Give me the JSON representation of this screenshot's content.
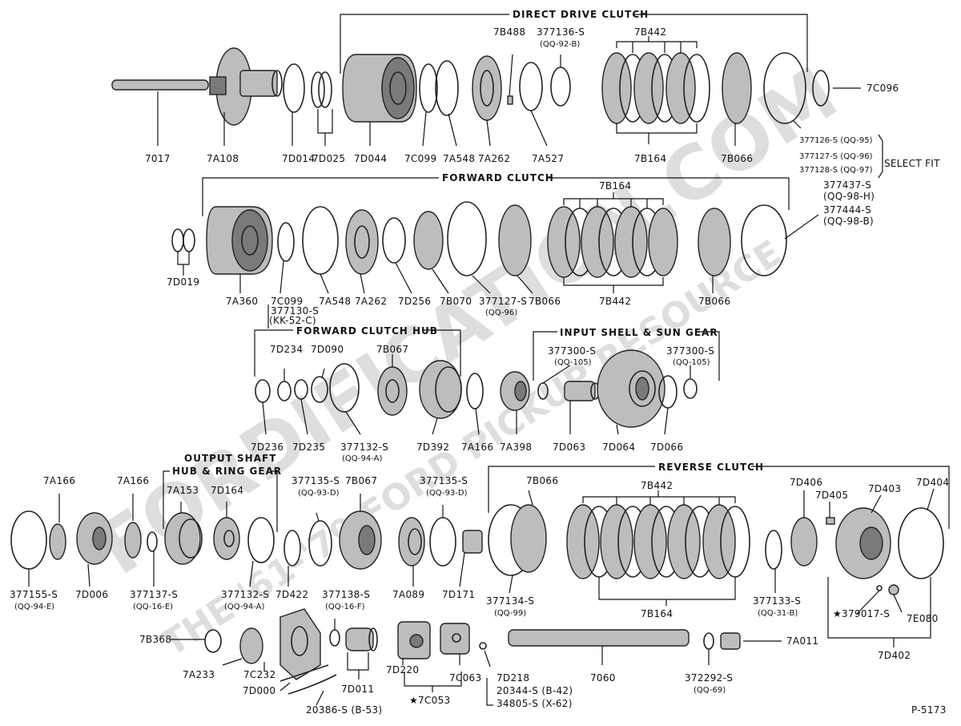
{
  "sections": {
    "direct_drive": "DIRECT DRIVE CLUTCH",
    "forward_clutch": "FORWARD CLUTCH",
    "forward_hub": "FORWARD CLUTCH HUB",
    "input_shell": "INPUT SHELL & SUN GEAR",
    "output_shaft_1": "OUTPUT SHAFT",
    "output_shaft_2": "HUB & RING GEAR",
    "reverse_clutch": "REVERSE CLUTCH",
    "select_fit": "SELECT FIT"
  },
  "watermark": {
    "line1": "FORDIFICATION.COM",
    "line2": "THE '61-'79 FORD PICKUP RESOURCE"
  },
  "figure_id": "P-5173",
  "row1": {
    "7017": "7017",
    "7A108": "7A108",
    "7D014": "7D014",
    "7D025": "7D025",
    "7D044": "7D044",
    "7C099": "7C099",
    "7A548": "7A548",
    "7A262": "7A262",
    "7A527": "7A527",
    "7B488": "7B488",
    "377136": "377136-S",
    "377136q": "(QQ-92-B)",
    "7B442": "7B442",
    "7B164": "7B164",
    "7B066": "7B066",
    "7C096": "7C096",
    "sf1": "377126-S (QQ-95)",
    "sf2": "377127-S (QQ-96)",
    "sf3": "377128-S (QQ-97)",
    "sf4": "377437-S",
    "sf4q": "(QQ-98-H)",
    "sf5": "377444-S",
    "sf5q": "(QQ-98-B)"
  },
  "row2": {
    "7D019": "7D019",
    "7A360": "7A360",
    "7C099": "7C099",
    "377130": "377130-S",
    "377130q": "(KK-52-C)",
    "7A548": "7A548",
    "7A262": "7A262",
    "7D256": "7D256",
    "7B070": "7B070",
    "377127": "377127-S",
    "377127q": "(QQ-96)",
    "7B066a": "7B066",
    "7B164": "7B164",
    "7B442": "7B442",
    "7B066b": "7B066"
  },
  "row3": {
    "7D234": "7D234",
    "7D090": "7D090",
    "7B067": "7B067",
    "7D236": "7D236",
    "7D235": "7D235",
    "377132": "377132-S",
    "377132q": "(QQ-94-A)",
    "7D392": "7D392",
    "7A166": "7A166",
    "7A398": "7A398",
    "377300a": "377300-S",
    "377300aq": "(QQ-105)",
    "7D063": "7D063",
    "7D064": "7D064",
    "377300b": "377300-S",
    "377300bq": "(QQ-105)",
    "7D066": "7D066"
  },
  "row4": {
    "7A166a": "7A166",
    "7A166b": "7A166",
    "7A153": "7A153",
    "7D164": "7D164",
    "377155": "377155-S",
    "377155q": "(QQ-94-E)",
    "7D006": "7D006",
    "377137": "377137-S",
    "377137q": "(QQ-16-E)",
    "377132": "377132-S",
    "377132q": "(QQ-94-A)",
    "7D422": "7D422",
    "377135a": "377135-S",
    "377135aq": "(QQ-93-D)",
    "7B067": "7B067",
    "377135b": "377135-S",
    "377135bq": "(QQ-93-D)",
    "7A089": "7A089",
    "7D171": "7D171",
    "7B066": "7B066",
    "377134": "377134-S",
    "377134q": "(QQ-99)",
    "7B442": "7B442",
    "7B164": "7B164",
    "7D406": "7D406",
    "7D405": "7D405",
    "7D403": "7D403",
    "7D404": "7D404",
    "377133": "377133-S",
    "377133q": "(QQ-31-B)",
    "379017": "★379017-S",
    "7E080": "7E080",
    "7D402": "7D402"
  },
  "row5": {
    "7B368": "7B368",
    "7A233": "7A233",
    "7C232": "7C232",
    "7D000": "7D000",
    "20386": "20386-S (B-53)",
    "377138": "377138-S",
    "377138q": "(QQ-16-F)",
    "7D011": "7D011",
    "7D220": "7D220",
    "7C053": "★7C053",
    "7C063": "7C063",
    "7D218": "7D218",
    "20344": "20344-S (B-42)",
    "34805": "34805-S (X-62)",
    "7060": "7060",
    "372292": "372292-S",
    "372292q": "(QQ-69)",
    "7A011": "7A011"
  }
}
